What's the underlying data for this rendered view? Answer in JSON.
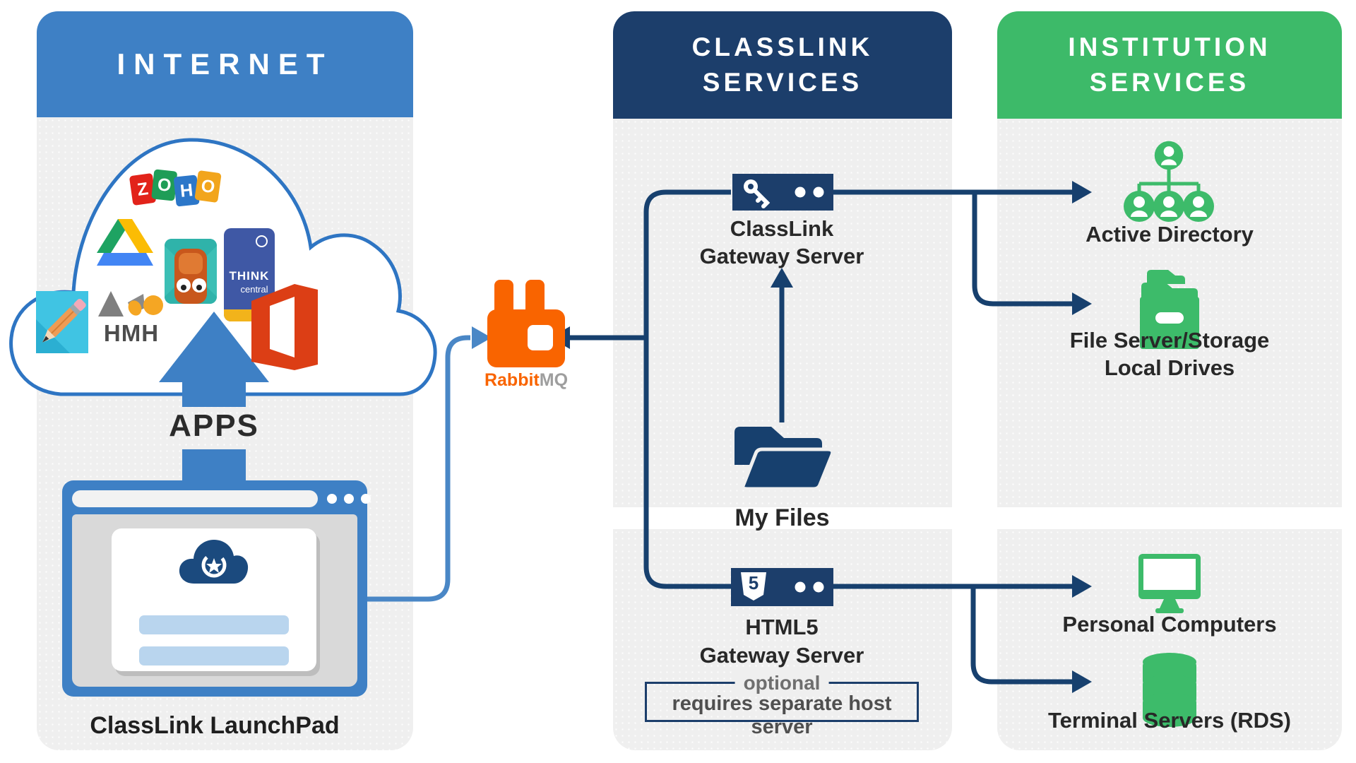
{
  "headers": {
    "internet": "INTERNET",
    "classlink_line1": "CLASSLINK",
    "classlink_line2": "SERVICES",
    "institution_line1": "INSTITUTION",
    "institution_line2": "SERVICES"
  },
  "internet_column": {
    "apps_label": "APPS",
    "launchpad_label": "ClassLink LaunchPad",
    "zoho_letters": [
      "Z",
      "O",
      "H",
      "O"
    ],
    "thinkcentral": {
      "line1": "THINK",
      "line2": "central"
    },
    "hmh_label": "HMH"
  },
  "middleware": {
    "rabbit": "Rabbit",
    "mq": "MQ"
  },
  "classlink_column": {
    "gateway_label_line1": "ClassLink",
    "gateway_label_line2": "Gateway Server",
    "my_files_label": "My Files",
    "html5_label_line1": "HTML5",
    "html5_label_line2": "Gateway Server",
    "html5_shield_digit": "5",
    "optional_label": "optional",
    "optional_note": "requires separate host server"
  },
  "institution_column": {
    "active_directory_label": "Active Directory",
    "file_server_label_line1": "File Server/Storage",
    "file_server_label_line2": "Local Drives",
    "personal_computers_label": "Personal Computers",
    "terminal_servers_label": "Terminal Servers (RDS)"
  },
  "colors": {
    "internet_header_blue": "#3e80c5",
    "classlink_header_navy": "#1c3e6b",
    "institution_header_green": "#3dba69",
    "panel_gray": "#efefef",
    "connector_navy": "#17406e",
    "connector_light_blue": "#4a87c6",
    "rabbitmq_orange": "#f96400",
    "institution_icon_green": "#3dbb6a",
    "launchpad_bar_blue": "#b9d5ee"
  }
}
